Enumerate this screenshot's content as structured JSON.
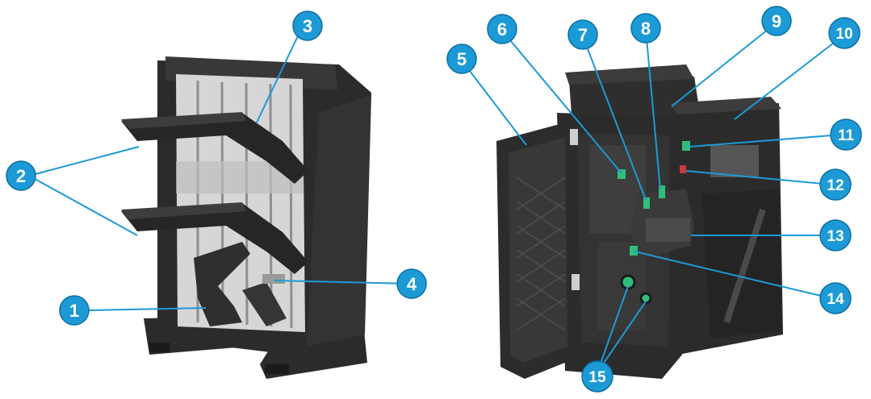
{
  "colors": {
    "callout_fill": "#1c9ad6",
    "callout_text": "#ffffff",
    "leader_line": "#1c9ad6",
    "body_dark": "#2b2b2b",
    "body_mid": "#3a3a3a",
    "inner_light": "#d9d9d9",
    "accent_green": "#2fbf7a"
  },
  "callouts": [
    {
      "id": "c1",
      "label": "1"
    },
    {
      "id": "c2",
      "label": "2"
    },
    {
      "id": "c3",
      "label": "3"
    },
    {
      "id": "c4",
      "label": "4"
    },
    {
      "id": "c5",
      "label": "5"
    },
    {
      "id": "c6",
      "label": "6"
    },
    {
      "id": "c7",
      "label": "7"
    },
    {
      "id": "c8",
      "label": "8"
    },
    {
      "id": "c9",
      "label": "9"
    },
    {
      "id": "c10",
      "label": "10"
    },
    {
      "id": "c11",
      "label": "11"
    },
    {
      "id": "c12",
      "label": "12"
    },
    {
      "id": "c13",
      "label": "13"
    },
    {
      "id": "c14",
      "label": "14"
    },
    {
      "id": "c15",
      "label": "15"
    }
  ]
}
